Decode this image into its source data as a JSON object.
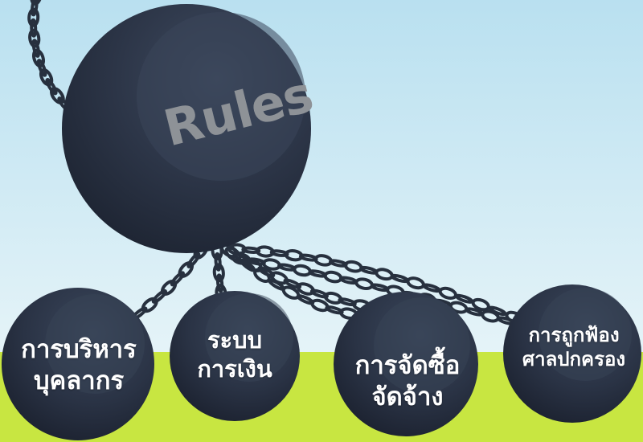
{
  "main_ball": {
    "text": "Rules"
  },
  "balls": [
    {
      "line1": "การบริหาร",
      "line2": "บุคลากร"
    },
    {
      "line1": "ระบบ",
      "line2": "การเงิน"
    },
    {
      "line1": "การจัดซื้อ",
      "line2": "จัดจ้าง"
    },
    {
      "line1": "การถูกฟ้อง",
      "line2": "ศาลปกครอง"
    }
  ],
  "colors": {
    "sky_top": "#b9e0f0",
    "sky_bottom": "#e6f4f8",
    "grass": "#c8e641",
    "ball": "#2b3446",
    "chain": "#27303e",
    "text": "#ffffff"
  }
}
